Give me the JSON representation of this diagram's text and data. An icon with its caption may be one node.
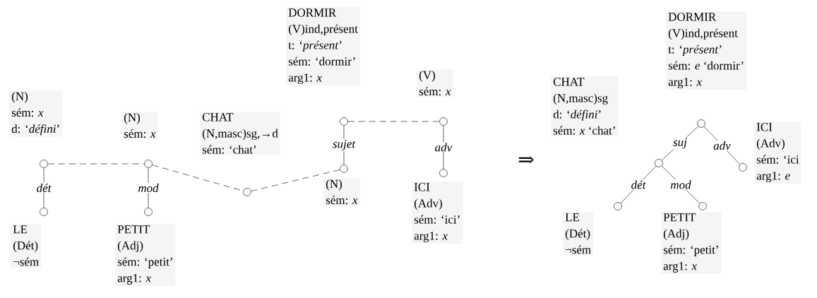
{
  "diagram": {
    "nodes": [
      {
        "text": [
          "(N)",
          "sém: *x*",
          "d: ‘*défini*’"
        ]
      },
      {
        "text": [],
        "shape": "circle"
      },
      {
        "text": [],
        "shape": "circle"
      },
      {
        "text": [
          "LE",
          "(Dét)",
          "¬sém"
        ]
      },
      {
        "text": [
          "(N)",
          "sém: *x*"
        ]
      },
      {
        "text": [],
        "shape": "circle"
      },
      {
        "text": [],
        "shape": "circle"
      },
      {
        "text": [
          "PETIT",
          "(Adj)",
          "sém: ‘petit’",
          "arg1: *x*"
        ]
      },
      {
        "text": [
          "CHAT",
          "(N,masc)sg,→d",
          "sém: ‘chat’"
        ]
      },
      {
        "text": [],
        "shape": "circle"
      },
      {
        "text": [
          "DORMIR",
          "(V)ind,présent",
          "t: ‘*présent*’",
          "sém: ‘dormir’",
          "arg1: *x*"
        ]
      },
      {
        "text": [],
        "shape": "circle"
      },
      {
        "text": [],
        "shape": "circle"
      },
      {
        "text": [
          "(N)",
          "sém: *x*"
        ]
      },
      {
        "text": [
          "(V)",
          "sém: *x*"
        ]
      },
      {
        "text": [],
        "shape": "circle"
      },
      {
        "text": [],
        "shape": "circle"
      },
      {
        "text": [
          "ICI",
          "(Adv)",
          "sém: ‘ici’",
          "arg1: *x*"
        ]
      },
      {
        "text": [
          "CHAT",
          "(N,masc)sg",
          "d: ‘*défini*’",
          "sém: *x* ‘chat’"
        ]
      },
      {
        "text": [
          "DORMIR",
          "(V)ind,présent",
          "t: ‘*présent*’",
          "sém: *e* ‘dormir’",
          "arg1:  *x*"
        ]
      },
      {
        "text": [],
        "shape": "circle"
      },
      {
        "text": [],
        "shape": "circle"
      },
      {
        "text": [],
        "shape": "circle"
      },
      {
        "text": [
          "ICI",
          "(Adv)",
          "sém: ‘ici",
          "arg1: *e*"
        ]
      },
      {
        "text": [],
        "shape": "circle"
      },
      {
        "text": [],
        "shape": "circle"
      },
      {
        "text": [
          "LE",
          "(Dét)",
          "¬sém"
        ]
      },
      {
        "text": [
          "PETIT",
          "(Adj)",
          "sém: ‘petit’",
          "arg1: *x*"
        ]
      }
    ],
    "edges": [
      {
        "from": 1,
        "to": 5,
        "arrow": "none",
        "style": "dashed"
      },
      {
        "from": 5,
        "to": 9,
        "arrow": "none",
        "style": "dashed"
      },
      {
        "from": 9,
        "to": 12,
        "arrow": "none",
        "style": "dashed"
      },
      {
        "from": 11,
        "to": 15,
        "arrow": "none",
        "style": "dashed"
      },
      {
        "from": 1,
        "to": 2,
        "arrow": "none",
        "label": "dét"
      },
      {
        "from": 5,
        "to": 6,
        "arrow": "none",
        "label": "mod"
      },
      {
        "from": 11,
        "to": 12,
        "arrow": "none",
        "label": "sujet"
      },
      {
        "from": 15,
        "to": 16,
        "arrow": "none",
        "label": "adv"
      },
      {
        "from": 20,
        "to": 21,
        "arrow": "none",
        "label": "suj"
      },
      {
        "from": 20,
        "to": 22,
        "arrow": "none",
        "label": "adv"
      },
      {
        "from": 21,
        "to": 24,
        "arrow": "none",
        "label": "dét"
      },
      {
        "from": 21,
        "to": 25,
        "arrow": "none",
        "label": "mod"
      }
    ],
    "labels": [
      "⇒"
    ]
  }
}
